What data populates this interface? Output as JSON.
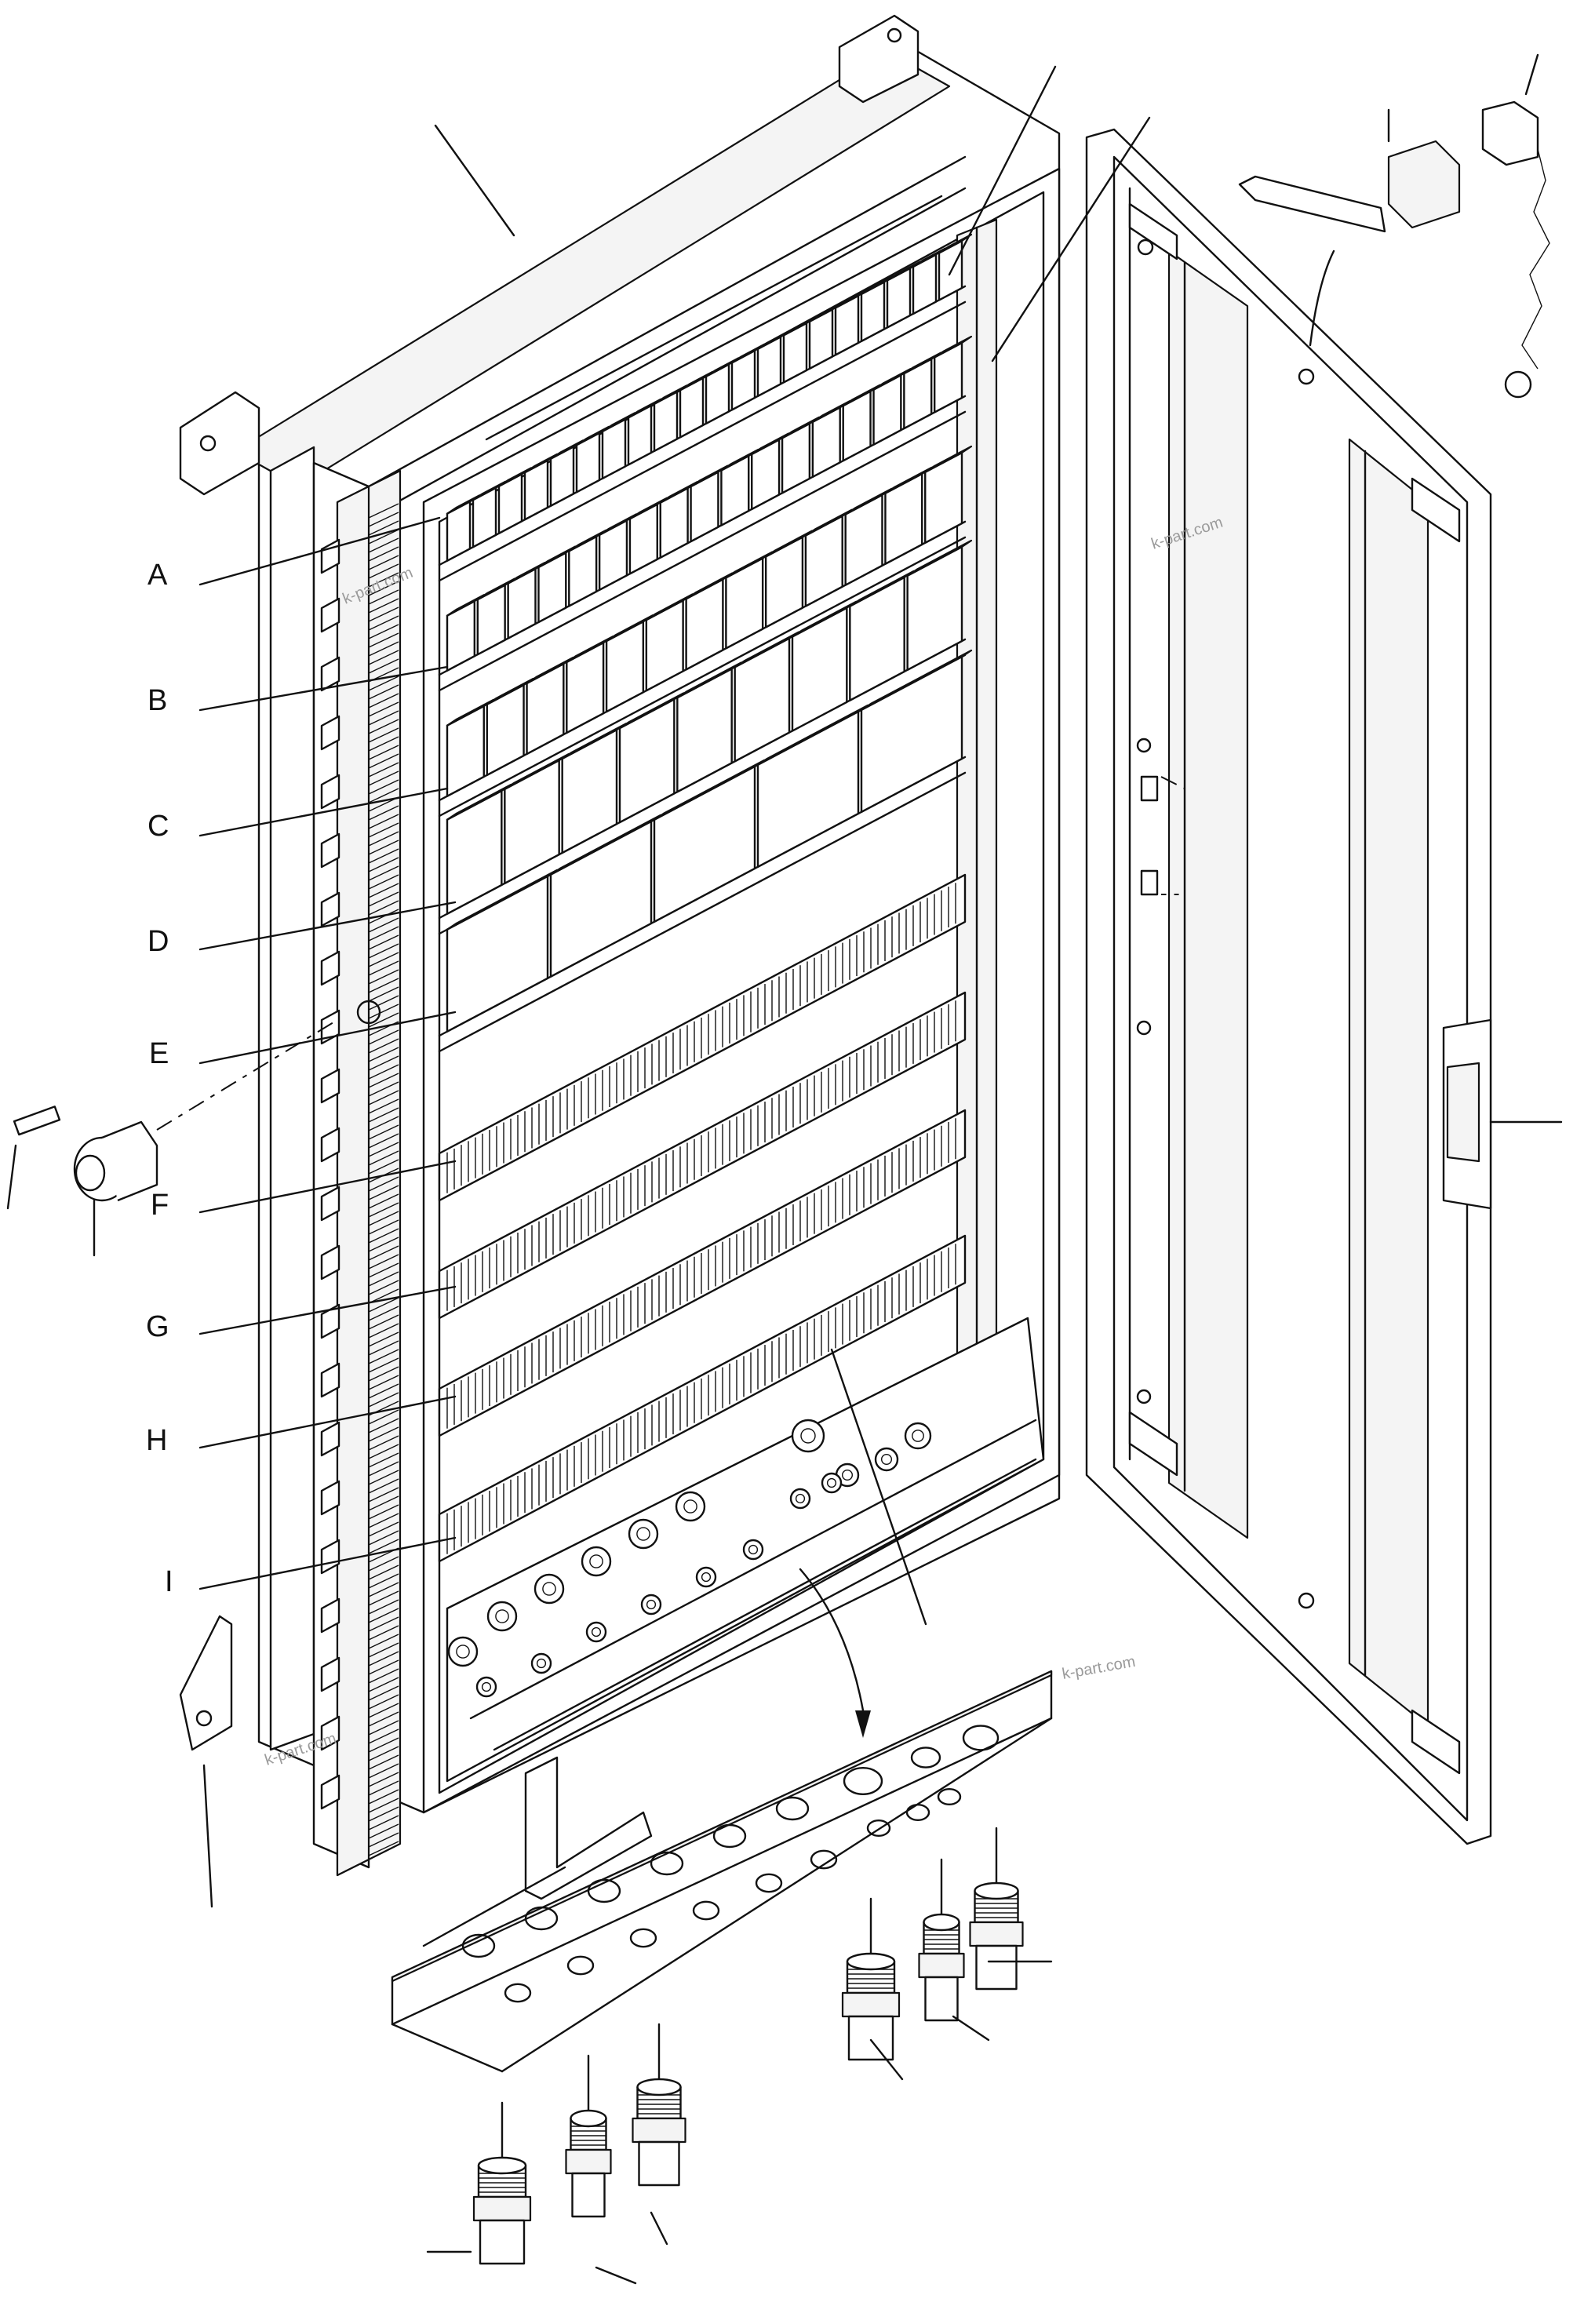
{
  "diagram": {
    "callout_letters": [
      "A",
      "B",
      "C",
      "D",
      "E",
      "F",
      "G",
      "H",
      "I"
    ],
    "watermark": "k-part.com"
  }
}
